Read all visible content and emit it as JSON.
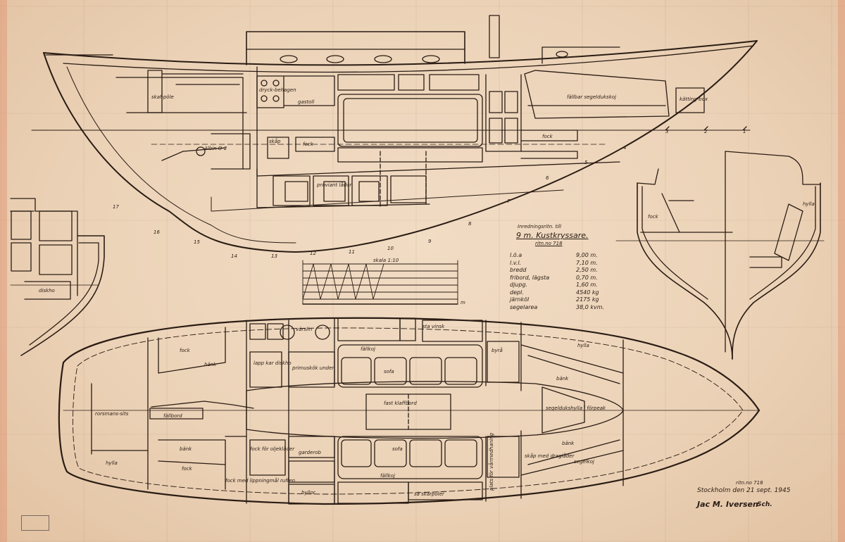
{
  "title": {
    "line1": "Inredningsritn. till",
    "line2": "9 m. Kustkryssare.",
    "line3": "ritn.no 718"
  },
  "specs": [
    {
      "label": "l.ö.a",
      "value": "9,00 m."
    },
    {
      "label": "l.v.l.",
      "value": "7,10 m."
    },
    {
      "label": "bredd",
      "value": "2,50 m."
    },
    {
      "label": "fribord, lägsta",
      "value": "0,70 m."
    },
    {
      "label": "djupg.",
      "value": "1,60 m."
    },
    {
      "label": "depl.",
      "value": "4540 kg"
    },
    {
      "label": "järnköl",
      "value": "2175 kg"
    },
    {
      "label": "segelarea",
      "value": "38,0 kvm."
    }
  ],
  "scale": {
    "label": "skala 1:10",
    "unit": "m"
  },
  "footer": {
    "drawing_no": "ritn.no 718",
    "place_date": "Stockholm den 21 sept. 1945",
    "signature": "Jac M. Iversen",
    "initials": "Sch."
  },
  "profile_labels": {
    "skafpolle": "skaf-pöle",
    "spis": "dryck-behagen",
    "gastoll": "gastoll",
    "fallbar": "fällbar segeldukskoj",
    "kattingbox": "kätting-box",
    "fock1": "fock",
    "fock2": "fock",
    "skap": "skåp",
    "albin": "Albin O-2",
    "proviant": "proviant lådor"
  },
  "section_labels": {
    "fock": "fock",
    "hylla": "hylla",
    "diskho": "diskho"
  },
  "plan_labels": {
    "fock1": "fock",
    "fock2": "fock",
    "lapp": "lapp kar diskho",
    "primus": "primuskök under",
    "varstin": "värslin",
    "sofa1": "sofa",
    "sofa2": "sofa",
    "fallkoj1": "fällkoj",
    "fallkoj2": "fällkoj",
    "fast": "fast klaffbord",
    "byra": "byrå",
    "hylla1": "hylla",
    "hylla2": "hylla",
    "bank1": "bänk",
    "bank2": "bänk",
    "bank3": "bänk",
    "bank4": "bänk",
    "falbord": "fällbord",
    "rorsman": "rorsmans-sits",
    "fock_oljeklader": "fock för oljekläder",
    "garderob": "garderob",
    "fock_med": "fock med lippningmål ruffen",
    "hyllor": "hyllor",
    "skap_drag": "skåp med draglåder",
    "segelkoj": "segelkoj",
    "plats": "plats för vårmedhaning",
    "segelduk": "segeldukshylla i förpeak",
    "sa_skarpoler": "sä skärpoler",
    "sta_vinsk": "sta vinsk"
  },
  "station_numbers": [
    "1",
    "2",
    "3",
    "4",
    "5",
    "6",
    "7",
    "8",
    "9",
    "10",
    "11",
    "12",
    "13",
    "14",
    "15",
    "16",
    "17"
  ]
}
